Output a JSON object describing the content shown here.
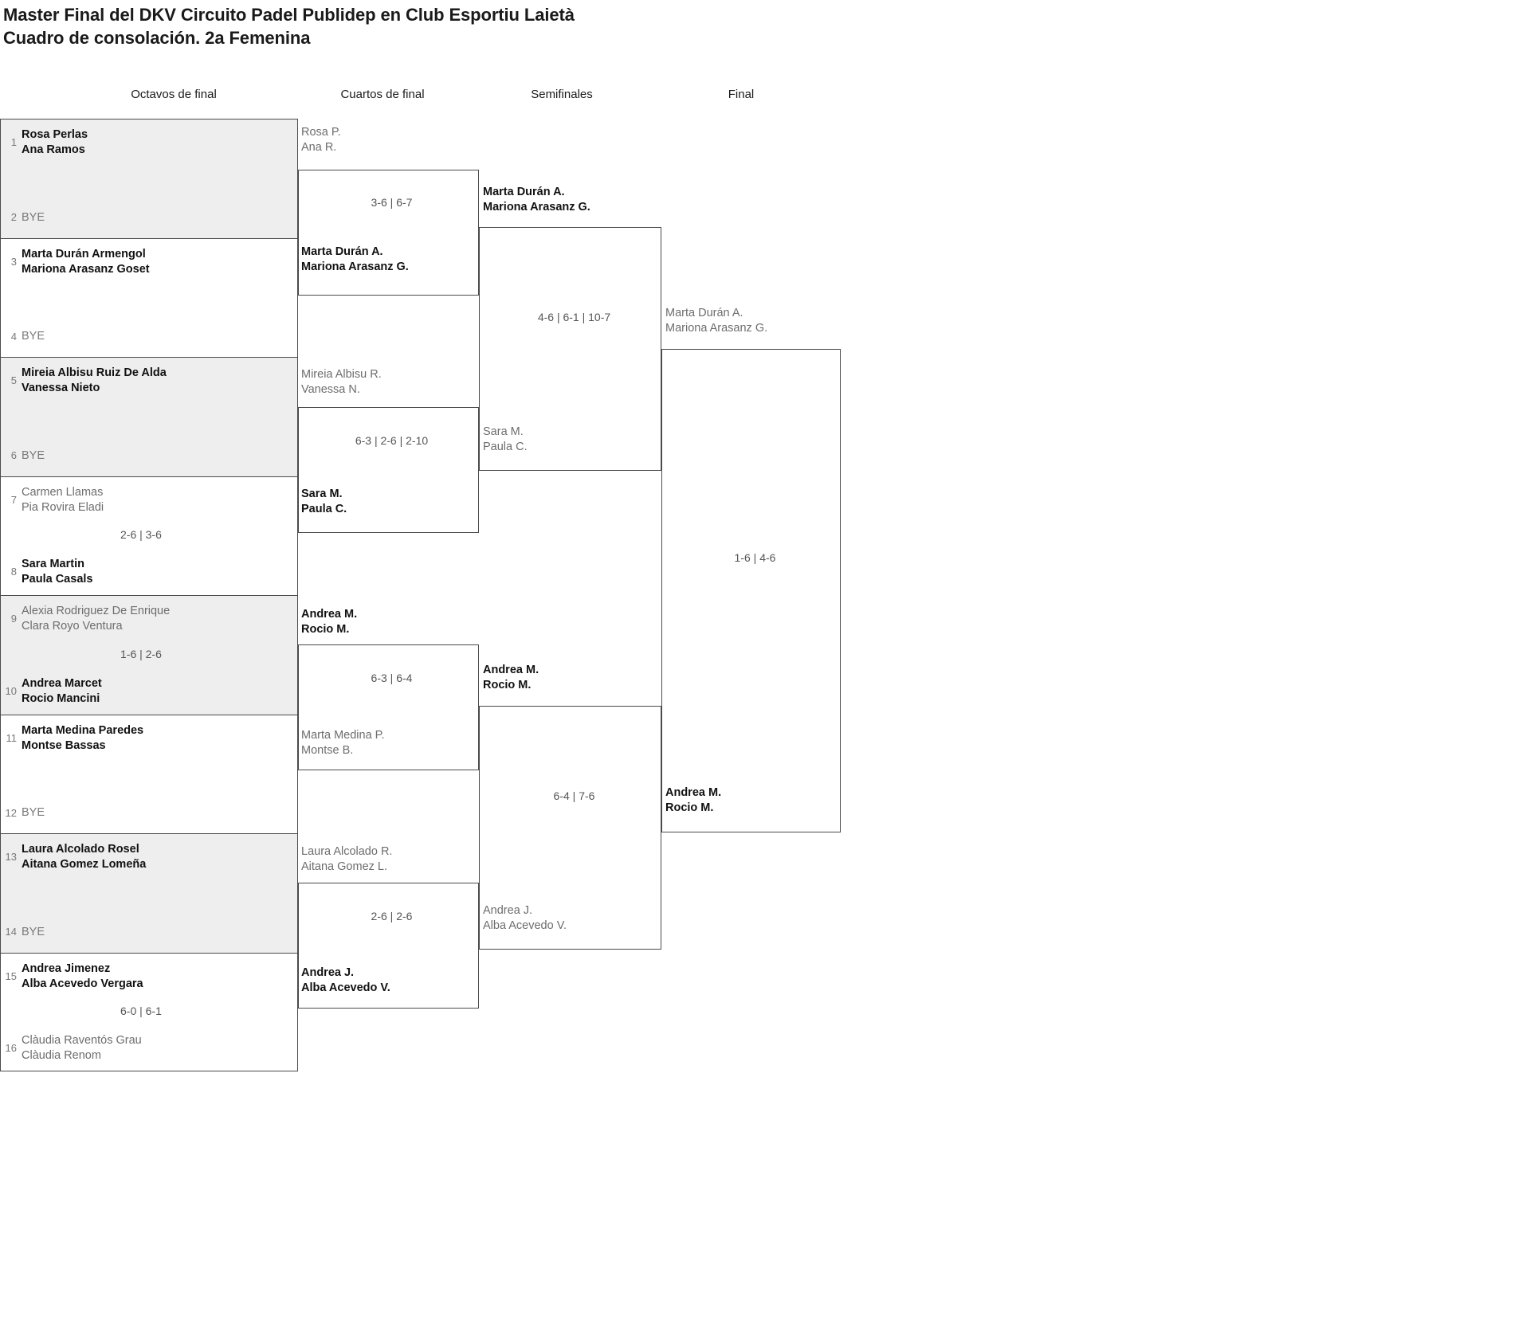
{
  "title": {
    "line1": "Master Final del DKV Circuito Padel Publidep en Club Esportiu Laietà",
    "line2": "Cuadro de consolación. 2a Femenina"
  },
  "rounds": [
    {
      "key": "r16",
      "label": "Octavos de final"
    },
    {
      "key": "qf",
      "label": "Cuartos de final"
    },
    {
      "key": "sf",
      "label": "Semifinales"
    },
    {
      "key": "f",
      "label": "Final"
    }
  ],
  "round16": {
    "pairs": [
      {
        "shaded": true,
        "top": {
          "seed": "1",
          "p1": "Rosa Perlas",
          "p2": "Ana Ramos",
          "winner": true,
          "bye": false
        },
        "bottom": {
          "seed": "2",
          "p1": "BYE",
          "p2": "",
          "winner": false,
          "bye": true
        },
        "score": ""
      },
      {
        "shaded": false,
        "top": {
          "seed": "3",
          "p1": "Marta Durán Armengol",
          "p2": "Mariona Arasanz Goset",
          "winner": true,
          "bye": false
        },
        "bottom": {
          "seed": "4",
          "p1": "BYE",
          "p2": "",
          "winner": false,
          "bye": true
        },
        "score": ""
      },
      {
        "shaded": true,
        "top": {
          "seed": "5",
          "p1": "Mireia Albisu Ruiz De Alda",
          "p2": "Vanessa Nieto",
          "winner": true,
          "bye": false
        },
        "bottom": {
          "seed": "6",
          "p1": "BYE",
          "p2": "",
          "winner": false,
          "bye": true
        },
        "score": ""
      },
      {
        "shaded": false,
        "top": {
          "seed": "7",
          "p1": "Carmen Llamas",
          "p2": "Pia Rovira Eladi",
          "winner": false,
          "bye": false
        },
        "bottom": {
          "seed": "8",
          "p1": "Sara Martin",
          "p2": "Paula Casals",
          "winner": true,
          "bye": false
        },
        "score": "2-6 | 3-6"
      },
      {
        "shaded": true,
        "top": {
          "seed": "9",
          "p1": "Alexia Rodriguez De Enrique",
          "p2": "Clara Royo Ventura",
          "winner": false,
          "bye": false
        },
        "bottom": {
          "seed": "10",
          "p1": "Andrea Marcet",
          "p2": "Rocio Mancini",
          "winner": true,
          "bye": false
        },
        "score": "1-6 | 2-6"
      },
      {
        "shaded": false,
        "top": {
          "seed": "11",
          "p1": "Marta Medina Paredes",
          "p2": "Montse Bassas",
          "winner": true,
          "bye": false
        },
        "bottom": {
          "seed": "12",
          "p1": "BYE",
          "p2": "",
          "winner": false,
          "bye": true
        },
        "score": ""
      },
      {
        "shaded": true,
        "top": {
          "seed": "13",
          "p1": "Laura Alcolado Rosel",
          "p2": "Aitana Gomez Lomeña",
          "winner": true,
          "bye": false
        },
        "bottom": {
          "seed": "14",
          "p1": "BYE",
          "p2": "",
          "winner": false,
          "bye": true
        },
        "score": ""
      },
      {
        "shaded": false,
        "top": {
          "seed": "15",
          "p1": "Andrea Jimenez",
          "p2": "Alba Acevedo Vergara",
          "winner": true,
          "bye": false
        },
        "bottom": {
          "seed": "16",
          "p1": "Clàudia Raventós Grau",
          "p2": "Clàudia Renom",
          "winner": false,
          "bye": false
        },
        "score": "6-0 | 6-1"
      }
    ]
  },
  "quarterfinals": [
    {
      "top": {
        "p1": "Rosa P.",
        "p2": "Ana R.",
        "winner": false
      },
      "bottom": {
        "p1": "Marta Durán A.",
        "p2": "Mariona Arasanz G.",
        "winner": true
      },
      "score": "3-6 | 6-7"
    },
    {
      "top": {
        "p1": "Mireia Albisu R.",
        "p2": "Vanessa N.",
        "winner": false
      },
      "bottom": {
        "p1": "Sara M.",
        "p2": "Paula C.",
        "winner": true
      },
      "score": "6-3 | 2-6 | 2-10"
    },
    {
      "top": {
        "p1": "Andrea M.",
        "p2": "Rocio M.",
        "winner": true
      },
      "bottom": {
        "p1": "Marta Medina P.",
        "p2": "Montse B.",
        "winner": false
      },
      "score": "6-3 | 6-4"
    },
    {
      "top": {
        "p1": "Laura Alcolado R.",
        "p2": "Aitana Gomez L.",
        "winner": false
      },
      "bottom": {
        "p1": "Andrea J.",
        "p2": "Alba Acevedo V.",
        "winner": true
      },
      "score": "2-6 | 2-6"
    }
  ],
  "semifinals": [
    {
      "top": {
        "p1": "Marta Durán A.",
        "p2": "Mariona Arasanz G.",
        "winner": true
      },
      "bottom": {
        "p1": "Sara M.",
        "p2": "Paula C.",
        "winner": false
      },
      "score": "4-6 | 6-1 | 10-7"
    },
    {
      "top": {
        "p1": "Andrea M.",
        "p2": "Rocio M.",
        "winner": true
      },
      "bottom": {
        "p1": "Andrea J.",
        "p2": "Alba Acevedo V.",
        "winner": false
      },
      "score": "6-4 | 7-6"
    }
  ],
  "final": {
    "top": {
      "p1": "Marta Durán A.",
      "p2": "Mariona Arasanz G.",
      "winner": false
    },
    "bottom": {
      "p1": "Andrea M.",
      "p2": "Rocio M.",
      "winner": true
    },
    "score": "1-6 | 4-6"
  }
}
